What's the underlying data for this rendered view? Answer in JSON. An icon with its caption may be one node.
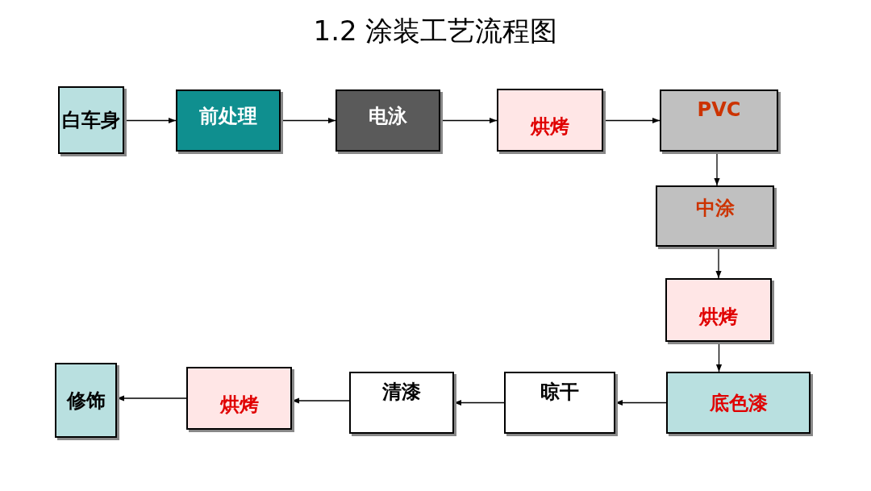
{
  "diagram": {
    "title": "1.2 涂装工艺流程图",
    "nodes": [
      {
        "text": [
          "白车身"
        ]
      },
      {
        "text": [
          "前处理"
        ]
      },
      {
        "text": [
          "电泳"
        ]
      },
      {
        "text": [
          "烘烤"
        ]
      },
      {
        "text": [
          "PVC"
        ]
      },
      {
        "text": [
          "中涂"
        ]
      },
      {
        "text": [
          "烘烤"
        ]
      },
      {
        "text": [
          "底色漆"
        ]
      },
      {
        "text": [
          "晾干"
        ]
      },
      {
        "text": [
          "清漆"
        ]
      },
      {
        "text": [
          "烘烤"
        ]
      },
      {
        "text": [
          "修饰"
        ]
      }
    ],
    "edges": [
      {
        "from": 0,
        "to": 1,
        "arrow": "to"
      },
      {
        "from": 1,
        "to": 2,
        "arrow": "to"
      },
      {
        "from": 2,
        "to": 3,
        "arrow": "to"
      },
      {
        "from": 3,
        "to": 4,
        "arrow": "to"
      },
      {
        "from": 4,
        "to": 5,
        "arrow": "to"
      },
      {
        "from": 5,
        "to": 6,
        "arrow": "to"
      },
      {
        "from": 6,
        "to": 7,
        "arrow": "to"
      },
      {
        "from": 7,
        "to": 8,
        "arrow": "to"
      },
      {
        "from": 8,
        "to": 9,
        "arrow": "to"
      },
      {
        "from": 9,
        "to": 10,
        "arrow": "to"
      },
      {
        "from": 10,
        "to": 11,
        "arrow": "to"
      }
    ]
  }
}
